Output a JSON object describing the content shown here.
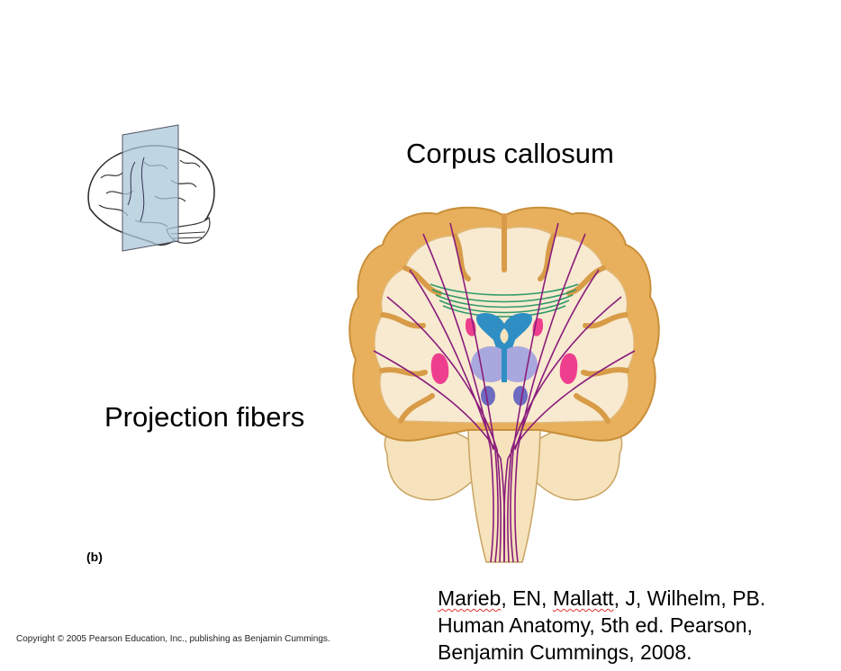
{
  "labels": {
    "corpus_callosum": "Corpus callosum",
    "projection_fibers": "Projection fibers",
    "panel": "(b)"
  },
  "copyright": "Copyright © 2005 Pearson Education, Inc., publishing as Benjamin Cummings.",
  "citation": {
    "line1_a": "Marieb",
    "line1_b": ", EN, ",
    "line1_c": "Mallatt",
    "line1_d": ", J, Wilhelm, PB.",
    "line2": "Human Anatomy, 5th ed.  Pearson,",
    "line3": "Benjamin Cummings, 2008."
  },
  "colors": {
    "cortex": "#e8b05c",
    "white_matter": "#f8ead0",
    "brainstem": "#f6e3bd",
    "projection_fibers": "#8a1c7c",
    "commissural_fibers": "#2f9a6a",
    "ventricle": "#2f8fc4",
    "thalamus": "#a9a8de",
    "basal_nuclei": "#ee3f8e",
    "plane": "#a9c7d8"
  }
}
